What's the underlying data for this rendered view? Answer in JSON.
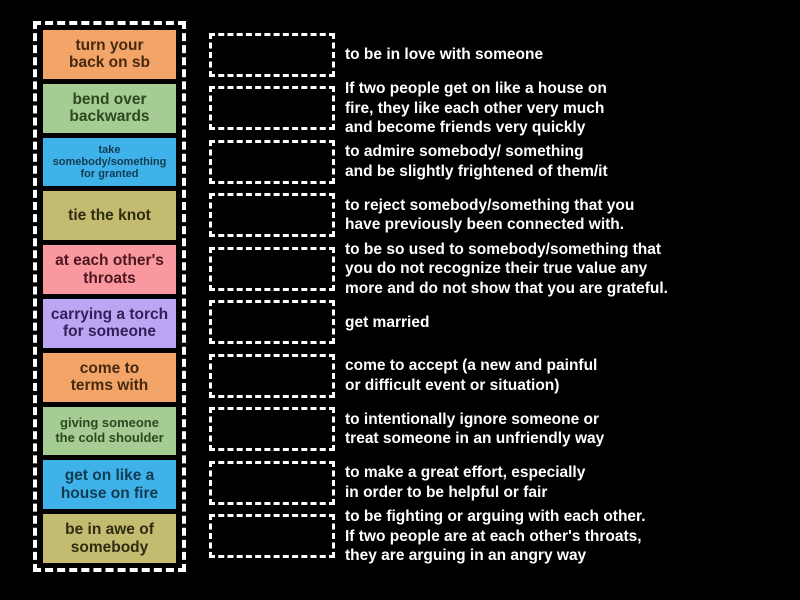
{
  "background_color": "#000000",
  "panel_border_color": "#ffffff",
  "zone_border_color": "#ffffff",
  "definition_text_color": "#ffffff",
  "cards": [
    {
      "label": "turn your\nback on sb",
      "color": "#F3A469",
      "text_color": "#46290F"
    },
    {
      "label": "bend over\nbackwards",
      "color": "#A5CC92",
      "text_color": "#2D481F"
    },
    {
      "label": "take\nsomebody/something\nfor granted",
      "color": "#3FB3E9",
      "text_color": "#113C52"
    },
    {
      "label": "tie the knot",
      "color": "#C3BB70",
      "text_color": "#2F2C10"
    },
    {
      "label": "at each other's\nthroats",
      "color": "#F9989F",
      "text_color": "#4E1720"
    },
    {
      "label": "carrying a torch\nfor someone",
      "color": "#BCA5F2",
      "text_color": "#33205A"
    },
    {
      "label": "come to\nterms with",
      "color": "#F3A469",
      "text_color": "#46290F"
    },
    {
      "label": "giving someone\nthe cold shoulder",
      "color": "#A5CC92",
      "text_color": "#2D481F"
    },
    {
      "label": "get on like a\nhouse on fire",
      "color": "#3FB3E9",
      "text_color": "#113C52"
    },
    {
      "label": "be in awe of\nsomebody",
      "color": "#C3BB70",
      "text_color": "#2F2C10"
    }
  ],
  "definitions": [
    "to be in love with someone",
    "If two people get on like a house on\nfire, they like each other very much\nand become friends very quickly",
    "to admire somebody/ something\nand be slightly frightened of them/it",
    "to reject somebody/something that you\nhave previously been connected with.",
    "to be so used to somebody/something that\nyou do not recognize their true value any\nmore and do not show that you are grateful.",
    "get married",
    "come to accept (a new and painful\nor difficult event or situation)",
    "to intentionally ignore someone or\ntreat someone in an unfriendly way",
    "to make a great effort, especially\nin order to be helpful or fair",
    "to be fighting or arguing with each other.\nIf two people are at each other's throats,\nthey are arguing in an angry way"
  ]
}
